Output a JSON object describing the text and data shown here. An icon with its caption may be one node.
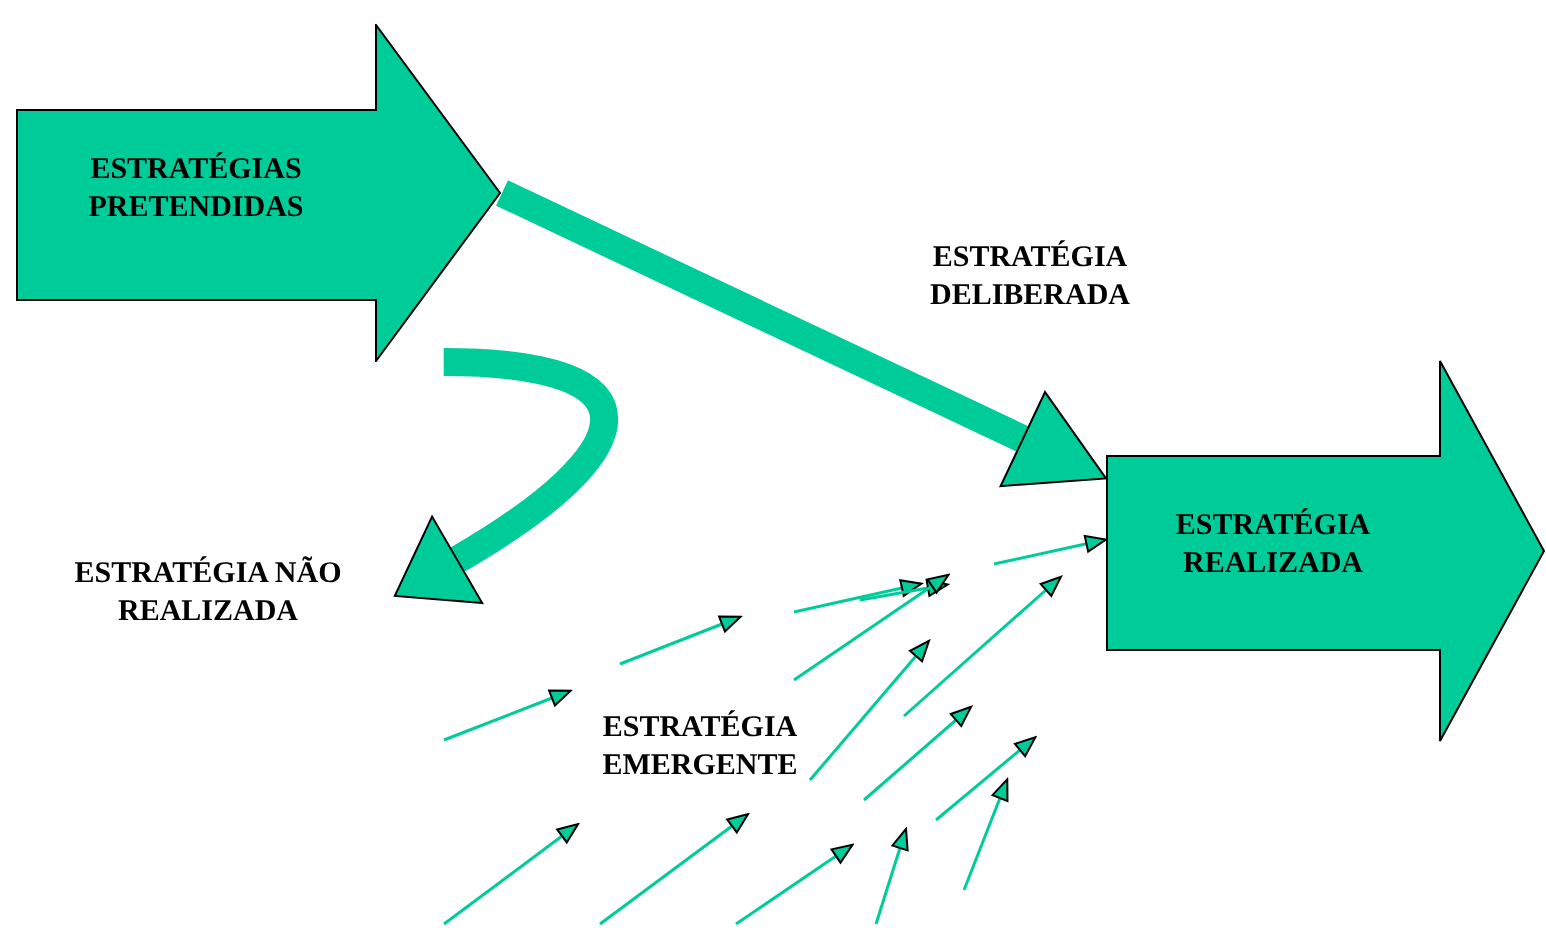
{
  "diagram": {
    "nodes": [
      {
        "text": [
          "ESTRATÉGIAS PRETENDIDAS"
        ]
      },
      {
        "text": [
          "ESTRATÉGIA REALIZADA"
        ]
      },
      {
        "text": [
          "ESTRATÉGIA NÃO REALIZADA"
        ]
      }
    ],
    "edges": [
      {
        "from": 0,
        "to": 1,
        "arrow": "to",
        "label": "ESTRATÉGIA DELIBERADA"
      },
      {
        "from": 0,
        "to": 2,
        "arrow": "to"
      },
      {
        "from": null,
        "to": 1,
        "arrow": "to"
      }
    ],
    "labels": [
      "ESTRATÉGIA EMERGENTE"
    ]
  }
}
